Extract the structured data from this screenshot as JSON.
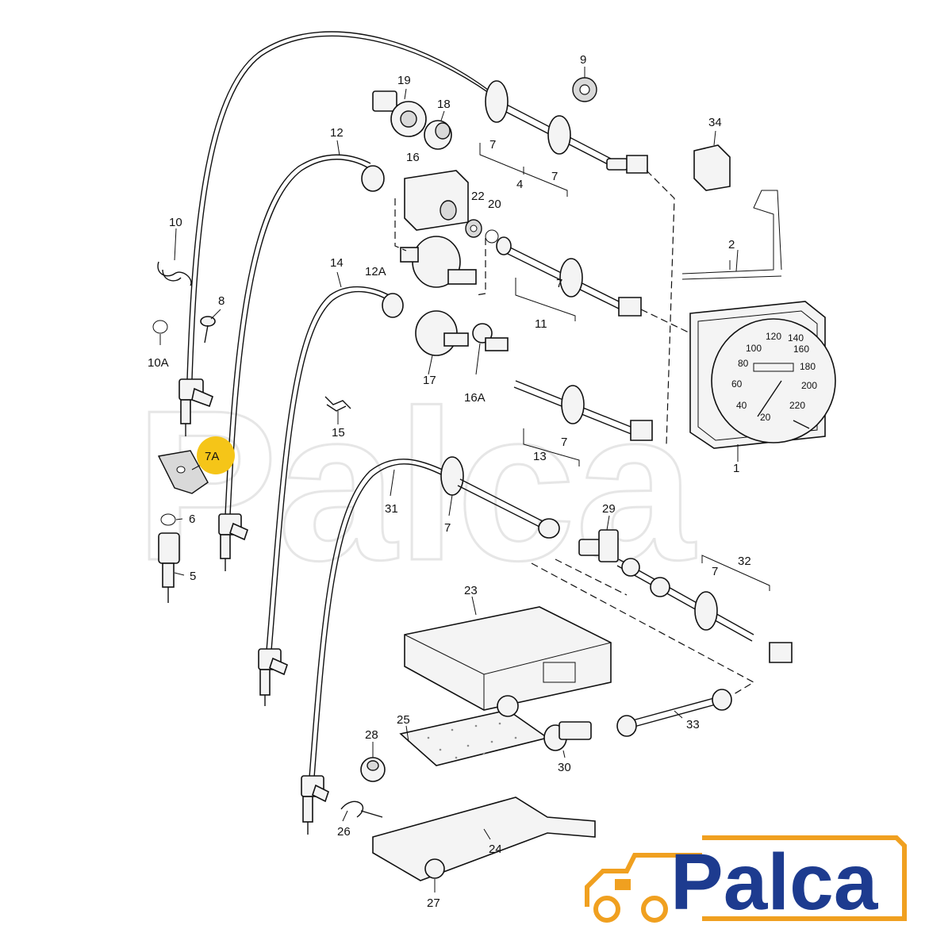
{
  "labels": {
    "p1": "1",
    "p2": "2",
    "p4": "4",
    "p5": "5",
    "p6": "6",
    "p7a": "7",
    "p7b": "7",
    "p7c": "7",
    "p7d": "7",
    "p7e": "7",
    "p7f": "7",
    "p7A": "7A",
    "p8": "8",
    "p9": "9",
    "p10": "10",
    "p10A": "10A",
    "p11": "11",
    "p12": "12",
    "p12A": "12A",
    "p13": "13",
    "p14": "14",
    "p15": "15",
    "p16": "16",
    "p16A": "16A",
    "p17": "17",
    "p18": "18",
    "p19": "19",
    "p20": "20",
    "p22": "22",
    "p23": "23",
    "p24": "24",
    "p25": "25",
    "p26": "26",
    "p27": "27",
    "p28": "28",
    "p29": "29",
    "p30": "30",
    "p31": "31",
    "p32": "32",
    "p33": "33",
    "p34": "34"
  },
  "gauge": {
    "numbers": [
      "20",
      "40",
      "60",
      "80",
      "100",
      "120",
      "140",
      "160",
      "180",
      "200",
      "220"
    ]
  },
  "highlight_color": "#f5c518",
  "watermark": "Palca",
  "logo": {
    "text": "Palca",
    "text_color": "#1d3b8f",
    "accent_color": "#f0a020",
    "icon": "car-icon"
  }
}
